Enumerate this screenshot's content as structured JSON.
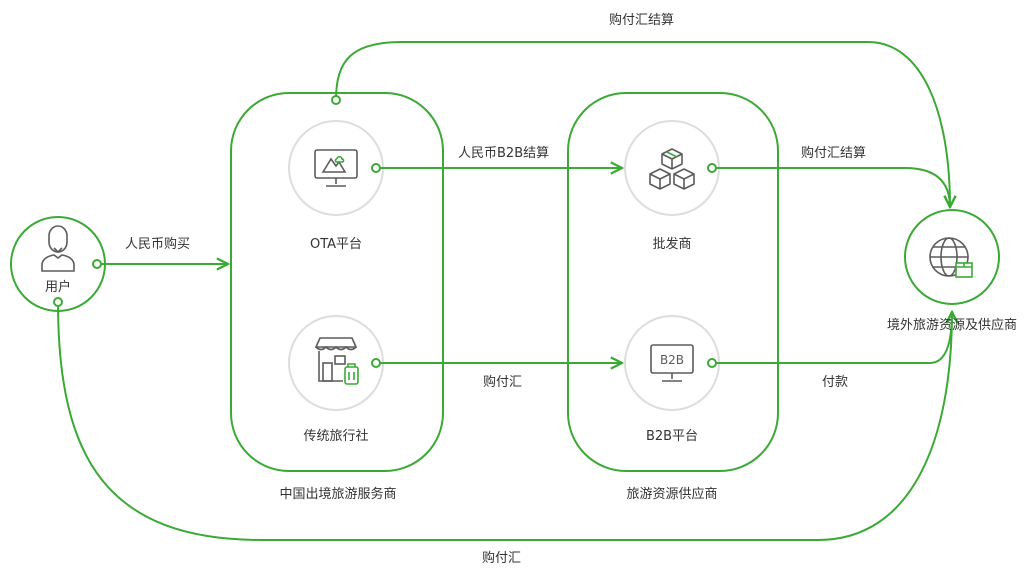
{
  "nodes": {
    "user": "用户",
    "ota": "OTA平台",
    "agency": "传统旅行社",
    "wholesaler": "批发商",
    "b2b": "B2B平台",
    "overseas": "境外旅游资源及供应商"
  },
  "groups": {
    "china_services": "中国出境旅游服务商",
    "suppliers": "旅游资源供应商"
  },
  "edges": {
    "user_to_services": "人民币购买",
    "ota_to_wholesaler": "人民币B2B结算",
    "agency_to_b2b": "购付汇",
    "wholesaler_to_overseas": "购付汇结算",
    "b2b_to_overseas": "付款",
    "ota_to_overseas_top": "购付汇结算",
    "user_to_overseas_bottom": "购付汇"
  },
  "icons": {
    "b2b_text": "B2B"
  },
  "colors": {
    "line": "#3aaa35",
    "icon": "#5c5c5c",
    "circle_border": "#dddddd",
    "text": "#333333"
  }
}
